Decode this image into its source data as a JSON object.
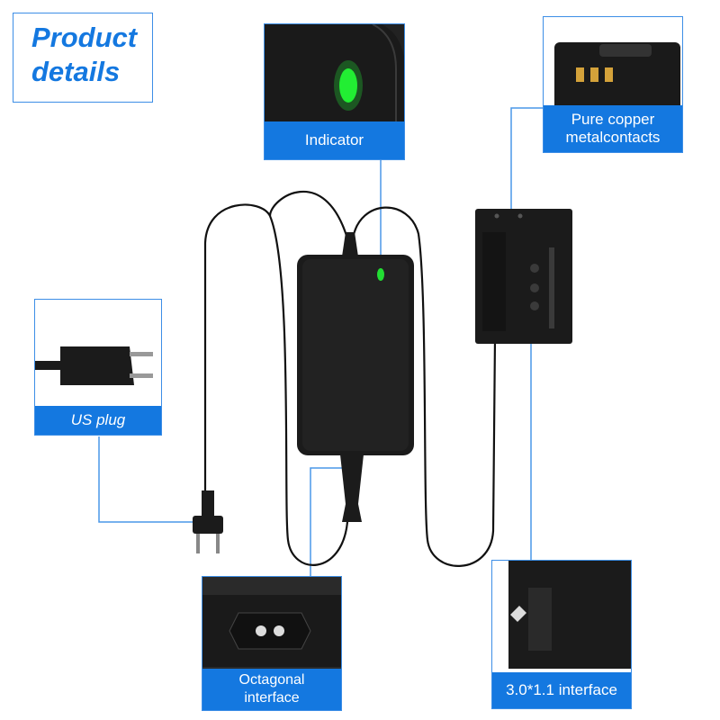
{
  "title": {
    "line1": "Product",
    "line2": "details"
  },
  "callouts": {
    "indicator": "Indicator",
    "contacts_line1": "Pure copper",
    "contacts_line2": "metalcontacts",
    "us_plug": "US plug",
    "octagonal_line1": "Octagonal",
    "octagonal_line2": "interface",
    "dc_interface": "3.0*1.1 interface"
  },
  "colors": {
    "accent": "#1478e0",
    "frame": "#3d8ee6",
    "indicator_led": "#22dd33",
    "device": "#1b1b1b"
  }
}
